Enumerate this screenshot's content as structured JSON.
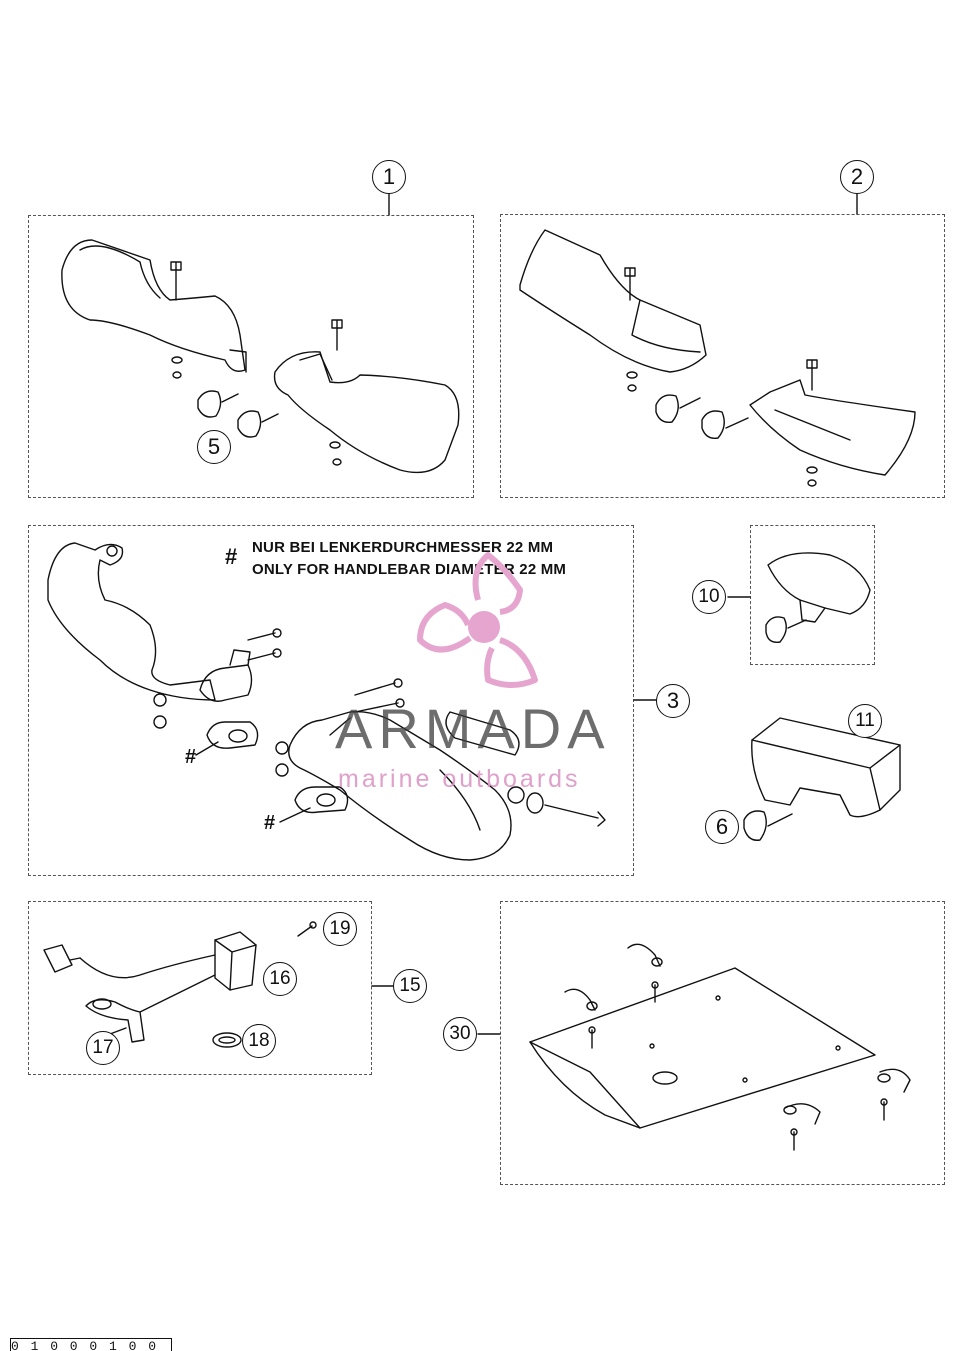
{
  "callouts": {
    "c1": "1",
    "c2": "2",
    "c3": "3",
    "c5": "5",
    "c6": "6",
    "c10": "10",
    "c11": "11",
    "c15": "15",
    "c16": "16",
    "c17": "17",
    "c18": "18",
    "c19": "19",
    "c30": "30"
  },
  "note": {
    "symbol": "#",
    "line_de": "NUR BEI LENKERDURCHMESSER 22 MM",
    "line_en": "ONLY FOR HANDLEBAR DIAMETER 22 MM",
    "hash_marker": "#"
  },
  "watermark": {
    "title": "ARMADA",
    "subtitle": "marine outboards",
    "logo_icon": "propeller-icon",
    "logo_color": "#e6a5cf"
  },
  "footer": {
    "code": "0 1 0 0 0 1 0 0"
  }
}
